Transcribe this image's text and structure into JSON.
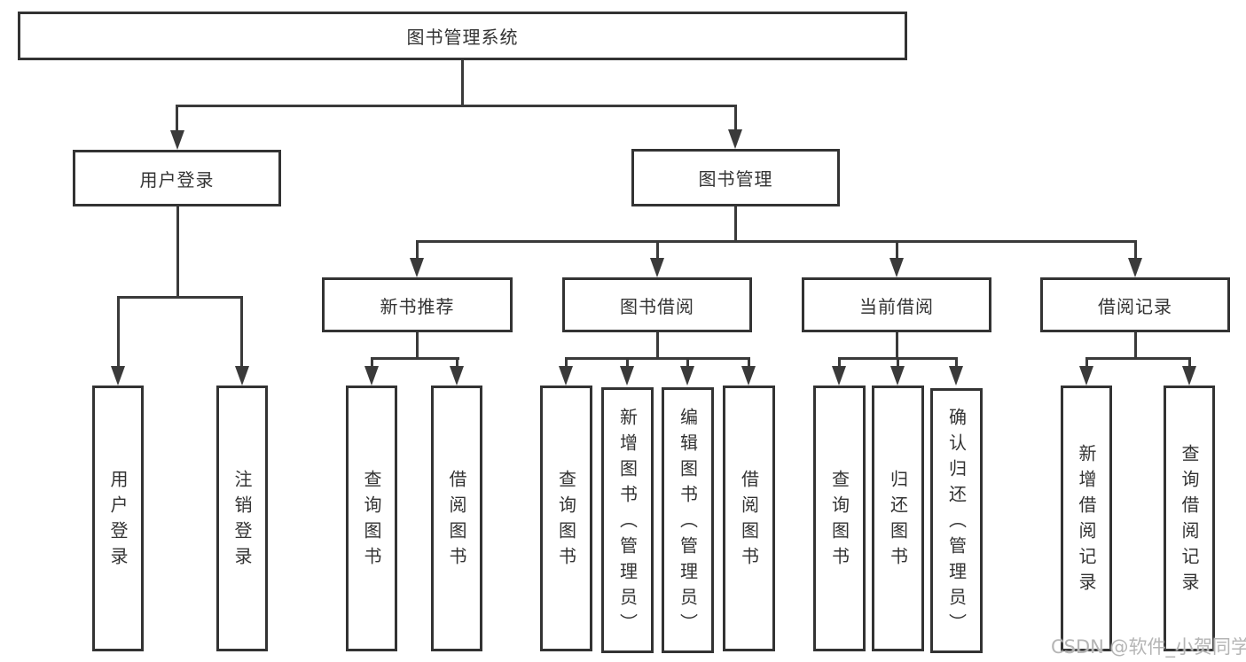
{
  "title": "图书管理系统",
  "nodes": {
    "user_login": "用户登录",
    "book_management": "图书管理",
    "new_book_recommend": "新书推荐",
    "book_borrowing": "图书借阅",
    "current_borrowing": "当前借阅",
    "borrowing_records": "借阅记录",
    "leaf_user_login": "用户登录",
    "leaf_logout": "注销登录",
    "nb_query_books": "查询图书",
    "nb_borrow_books": "借阅图书",
    "bb_query_books": "查询图书",
    "bb_add_books": "新增图书（管理员）",
    "bb_edit_books": "编辑图书（管理员）",
    "bb_borrow_books": "借阅图书",
    "cb_query_books": "查询图书",
    "cb_return_books": "归还图书",
    "cb_confirm_return": "确认归还（管理员）",
    "br_add_record": "新增借阅记录",
    "br_query_record": "查询借阅记录"
  },
  "watermark": "CSDN @软件_小贺同学",
  "colors": {
    "line": "#3a3a3a",
    "border": "#333333",
    "text": "#333333",
    "watermark": "#b5b5b5",
    "background": "#ffffff"
  }
}
